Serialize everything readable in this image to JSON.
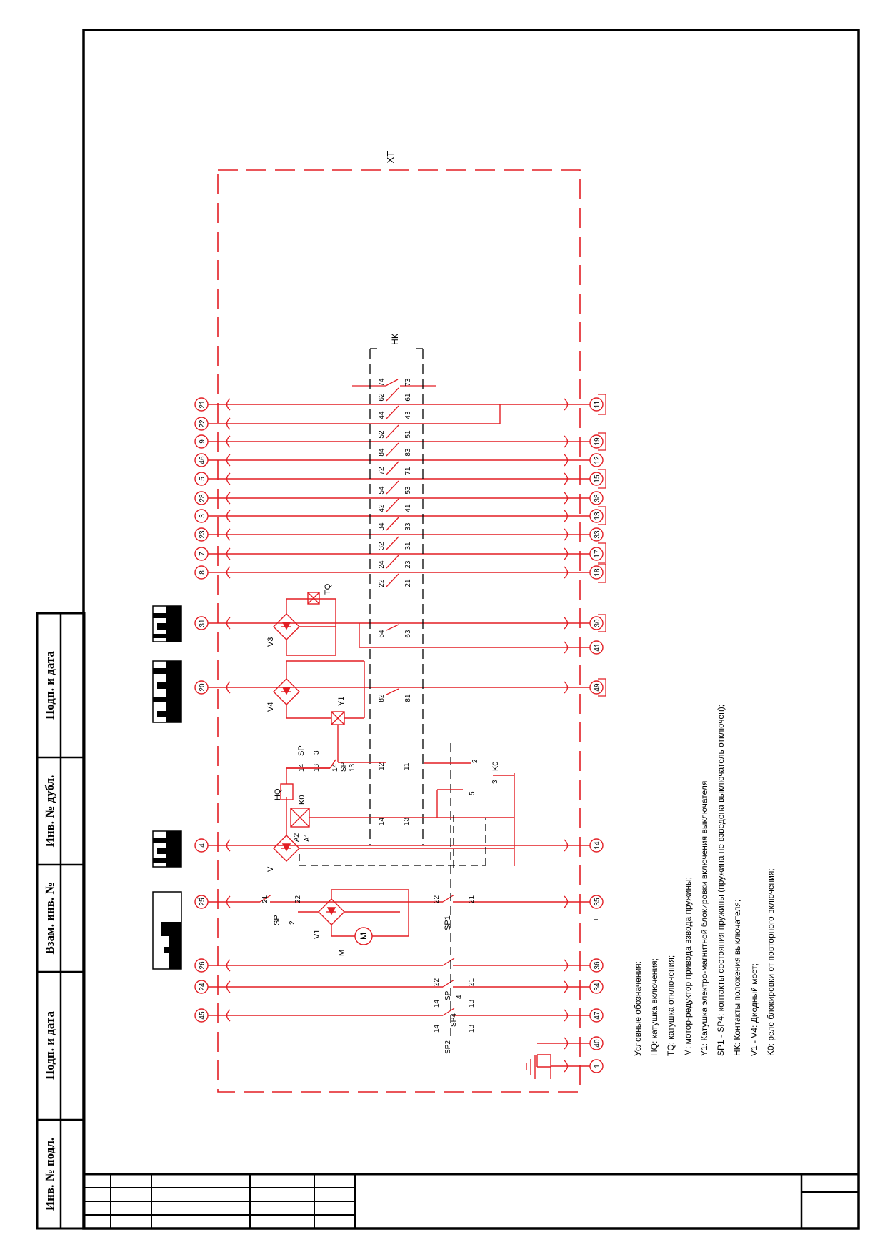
{
  "stamp": {
    "sign_date_top": "Подп. и дата",
    "inv_dup": "Инв. № дубл.",
    "vzam_inv": "Взам. инв. №",
    "sign_date_bottom": "Подп. и дата",
    "inv_orig": "Инв. № подл."
  },
  "labels": {
    "xt": "XT",
    "nk": "НК",
    "hq": "HQ",
    "tq": "TQ",
    "ko_coil": "K0",
    "a1": "A1",
    "a2": "A2",
    "ko_contact": "K0",
    "v": "V",
    "v1": "V1",
    "v3": "V3",
    "v4": "V4",
    "y1": "Y1",
    "m": "M",
    "m_ref": "M",
    "sp1": "SP1",
    "sp2": "SP2",
    "sp4": "SP4",
    "sp_main": "SP",
    "sp_top": "SP",
    "sp_mid": "SP",
    "sp_lower": "SP",
    "plus": "+",
    "minus": "-"
  },
  "top_terminals": [
    "21",
    "22",
    "9",
    "46",
    "5",
    "28",
    "3",
    "23",
    "7",
    "8",
    "31",
    "20",
    "4",
    "25",
    "26",
    "24",
    "45"
  ],
  "bottom_terminals": [
    "11",
    "19",
    "12",
    "15",
    "38",
    "13",
    "33",
    "17",
    "18",
    "30",
    "41",
    "49",
    "14",
    "35",
    "36",
    "34",
    "47",
    "40",
    "1"
  ],
  "nk_contacts": [
    {
      "upper": "74",
      "lower": "73"
    },
    {
      "upper": "62",
      "lower": "61"
    },
    {
      "upper": "44",
      "lower": "43"
    },
    {
      "upper": "52",
      "lower": "51"
    },
    {
      "upper": "84",
      "lower": "83"
    },
    {
      "upper": "72",
      "lower": "71"
    },
    {
      "upper": "54",
      "lower": "53"
    },
    {
      "upper": "42",
      "lower": "41"
    },
    {
      "upper": "34",
      "lower": "33"
    },
    {
      "upper": "32",
      "lower": "31"
    },
    {
      "upper": "24",
      "lower": "23"
    },
    {
      "upper": "22",
      "lower": "21"
    },
    {
      "upper": "64",
      "lower": "63"
    },
    {
      "upper": "82",
      "lower": "81"
    }
  ],
  "misc_numbers": {
    "c12": "12",
    "c11": "11",
    "c14": "14",
    "c13": "13",
    "c2": "2",
    "c3": "3",
    "c5": "5",
    "sp_14": "14",
    "sp_13": "13",
    "sp_3": "3",
    "sp_14b": "14",
    "sp_13b": "13",
    "sp_21": "21",
    "sp_22": "22",
    "sp_2": "2",
    "sp1_22": "22",
    "sp1_21": "21",
    "sp36_22": "22",
    "sp36_21": "21",
    "sp36_4": "4",
    "sp34_14": "14",
    "sp34_13": "13",
    "sp47_14": "14",
    "sp47_13": "13"
  },
  "legend": [
    "Условные обозначения:",
    "HQ: катушка включения;",
    "TQ: катушка отключения;",
    "M: мотор-редуктор привода взвода пружины;",
    "Y1: Катушка электро-магнитной блокировки включения выключателя",
    "SP1 - SP4: контакты состояния пружины (пружина не взведена выключатель отключен);",
    "НК: Контакты положения выключателя;",
    "V1 - V4: Диодный мост;",
    "K0: реле блокировки от повторного включения;"
  ],
  "colors": {
    "circuit": "#e31e24",
    "frame": "#000000"
  }
}
